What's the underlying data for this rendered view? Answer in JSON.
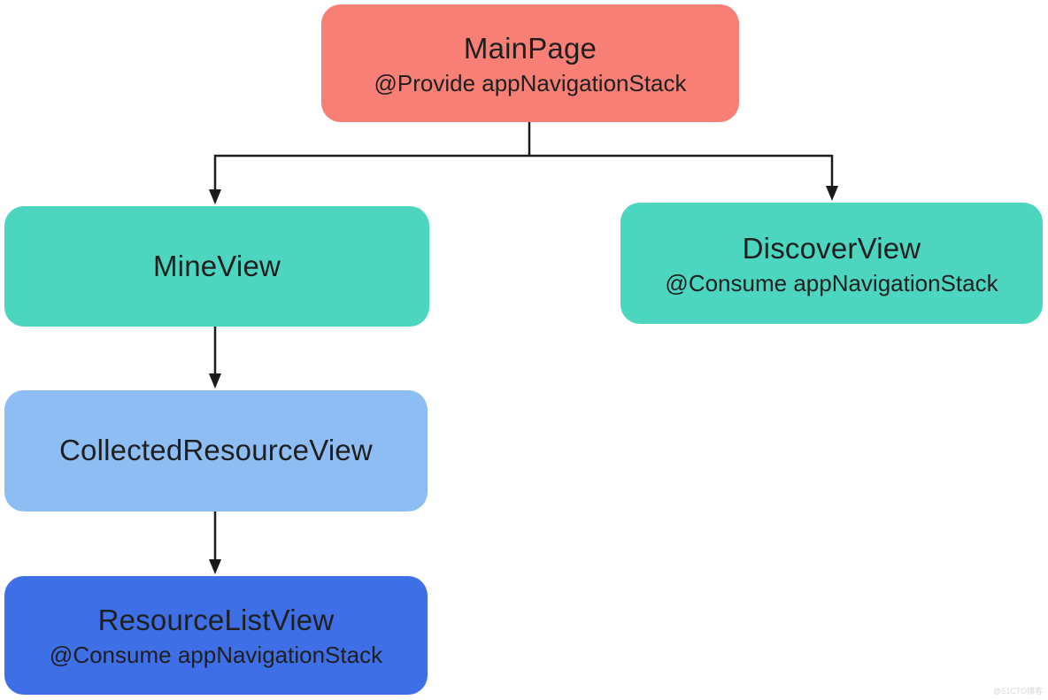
{
  "diagram": {
    "nodes": [
      {
        "id": "mainpage",
        "title": "MainPage",
        "subtitle": "@Provide appNavigationStack",
        "color": "#f87f76"
      },
      {
        "id": "mineview",
        "title": "MineView",
        "subtitle": "",
        "color": "#4dd6bf"
      },
      {
        "id": "discoverview",
        "title": "DiscoverView",
        "subtitle": "@Consume appNavigationStack",
        "color": "#4dd6bf"
      },
      {
        "id": "collectedresourceview",
        "title": "CollectedResourceView",
        "subtitle": "",
        "color": "#8ebdf4"
      },
      {
        "id": "resourcelistview",
        "title": "ResourceListView",
        "subtitle": "@Consume appNavigationStack",
        "color": "#3e6fe6"
      }
    ],
    "edges": [
      {
        "from": "MainPage",
        "to": "MineView"
      },
      {
        "from": "MainPage",
        "to": "DiscoverView"
      },
      {
        "from": "MineView",
        "to": "CollectedResourceView"
      },
      {
        "from": "CollectedResourceView",
        "to": "ResourceListView"
      }
    ],
    "edge_color": "#1a1a1a",
    "text_color": "#1f1f1f"
  },
  "watermark": {
    "text": "@51CTO博客",
    "color": "#d9d9d9"
  }
}
